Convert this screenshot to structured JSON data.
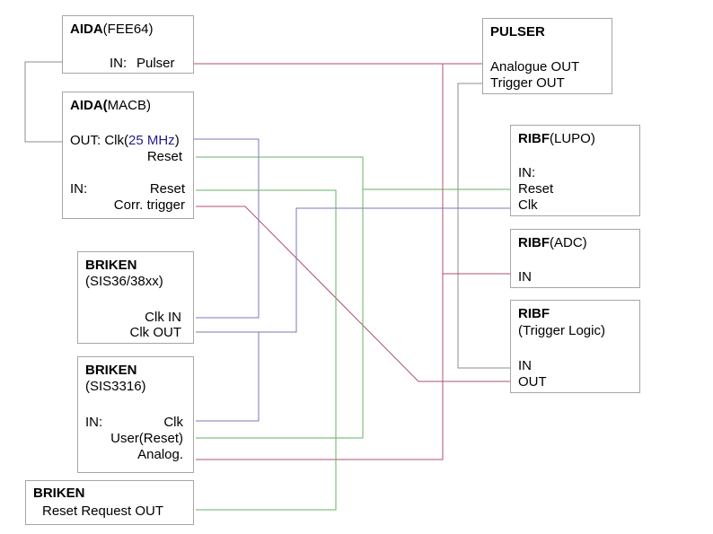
{
  "colors": {
    "red": "#b0506e",
    "green": "#66b266",
    "blue": "#7a78b8",
    "gray": "#8c8c8c"
  },
  "aida_fee": {
    "title": "AIDA",
    "title_suffix": "(FEE64)",
    "in_label": "IN:",
    "pulser": "Pulser"
  },
  "aida_macb": {
    "title": "AIDA(",
    "title_suffix": "MACB)",
    "out_prefix": "OUT: Clk(",
    "freq": "25 MHz",
    "out_close": ")",
    "out_reset": "Reset",
    "in_label": "IN:",
    "in_reset": "Reset",
    "corr": "Corr. trigger"
  },
  "briken_sis36": {
    "title": "BRIKEN",
    "subtitle": "(SIS36/38xx)",
    "clk_in": "Clk IN",
    "clk_out": "Clk OUT"
  },
  "briken_sis3316": {
    "title": "BRIKEN",
    "subtitle": "(SIS3316)",
    "in_label": "IN:",
    "clk": "Clk",
    "user_reset": "User(Reset)",
    "analog": "Analog."
  },
  "briken_reset": {
    "title": "BRIKEN",
    "reset_req": "Reset Request OUT"
  },
  "pulser": {
    "title": "PULSER",
    "analogue_out": "Analogue OUT",
    "trigger_out": "Trigger OUT"
  },
  "ribf_lupo": {
    "title": "RIBF",
    "title_suffix": "(LUPO)",
    "in_label": "IN:",
    "reset": "Reset",
    "clk": "Clk"
  },
  "ribf_adc": {
    "title": "RIBF",
    "title_suffix": "(ADC)",
    "in": "IN"
  },
  "ribf_trig": {
    "title": "RIBF",
    "subtitle": "(Trigger Logic)",
    "in": "IN",
    "out": "OUT"
  }
}
